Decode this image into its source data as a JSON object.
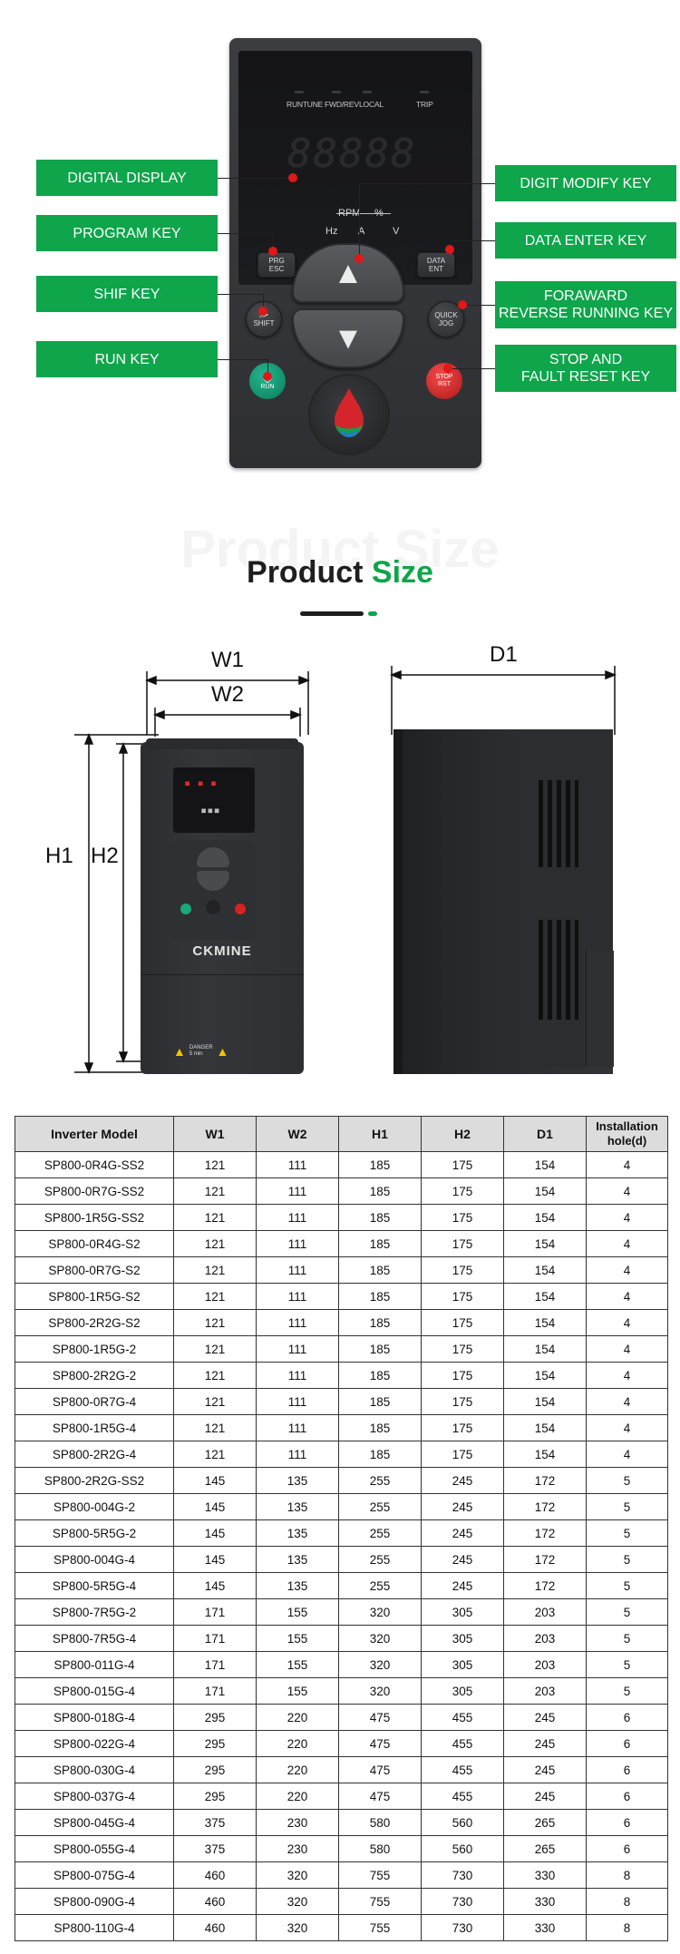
{
  "keypad": {
    "led_labels": [
      "RUNTUNE",
      "FWD/REV",
      "LOCAL",
      "TRIP"
    ],
    "display_digits": "88888",
    "units": {
      "rpm": "RPM",
      "percent": "%",
      "hz": "Hz",
      "a": "A",
      "v": "V"
    },
    "keys": {
      "prg": {
        "line1": "PRG",
        "line2": "ESC"
      },
      "data": {
        "line1": "DATA",
        "line2": "ENT"
      },
      "shift": {
        "line1": "≫",
        "line2": "SHIFT"
      },
      "quick": {
        "line1": "QUICK",
        "line2": "JOG"
      },
      "run": {
        "symbol": "◇",
        "label": "RUN"
      },
      "stop": {
        "line1": "STOP",
        "line2": "RST"
      }
    },
    "callouts": {
      "digital_display": "DIGITAL DISPLAY",
      "program_key": "PROGRAM KEY",
      "shif_key": "SHIF KEY",
      "run_key": "RUN KEY",
      "digit_modify_key": "DIGIT MODIFY KEY",
      "data_enter_key": "DATA ENTER KEY",
      "forward_reverse_line1": "FORAWARD",
      "forward_reverse_line2": "REVERSE RUNNING KEY",
      "stop_fault_line1": "STOP AND",
      "stop_fault_line2": "FAULT RESET KEY"
    },
    "colors": {
      "callout": "#0ea54b",
      "marker": "#e01818"
    }
  },
  "size_section": {
    "ghost_title": "Product Size",
    "title_part1": "Product",
    "title_part2": "Size",
    "colors": {
      "dark": "#1e1e1e",
      "green": "#0ea54b"
    }
  },
  "drawing": {
    "w1": "W1",
    "w2": "W2",
    "h1": "H1",
    "h2": "H2",
    "d1": "D1",
    "brand": "CKMINE",
    "warning_line1": "DANGER",
    "warning_line2": "5 min"
  },
  "table": {
    "headers": [
      "Inverter Model",
      "W1",
      "W2",
      "H1",
      "H2",
      "D1",
      "Installation\nhole(d)"
    ],
    "rows": [
      [
        "SP800-0R4G-SS2",
        "121",
        "111",
        "185",
        "175",
        "154",
        "4"
      ],
      [
        "SP800-0R7G-SS2",
        "121",
        "111",
        "185",
        "175",
        "154",
        "4"
      ],
      [
        "SP800-1R5G-SS2",
        "121",
        "111",
        "185",
        "175",
        "154",
        "4"
      ],
      [
        "SP800-0R4G-S2",
        "121",
        "111",
        "185",
        "175",
        "154",
        "4"
      ],
      [
        "SP800-0R7G-S2",
        "121",
        "111",
        "185",
        "175",
        "154",
        "4"
      ],
      [
        "SP800-1R5G-S2",
        "121",
        "111",
        "185",
        "175",
        "154",
        "4"
      ],
      [
        "SP800-2R2G-S2",
        "121",
        "111",
        "185",
        "175",
        "154",
        "4"
      ],
      [
        "SP800-1R5G-2",
        "121",
        "111",
        "185",
        "175",
        "154",
        "4"
      ],
      [
        "SP800-2R2G-2",
        "121",
        "111",
        "185",
        "175",
        "154",
        "4"
      ],
      [
        "SP800-0R7G-4",
        "121",
        "111",
        "185",
        "175",
        "154",
        "4"
      ],
      [
        "SP800-1R5G-4",
        "121",
        "111",
        "185",
        "175",
        "154",
        "4"
      ],
      [
        "SP800-2R2G-4",
        "121",
        "111",
        "185",
        "175",
        "154",
        "4"
      ],
      [
        "SP800-2R2G-SS2",
        "145",
        "135",
        "255",
        "245",
        "172",
        "5"
      ],
      [
        "SP800-004G-2",
        "145",
        "135",
        "255",
        "245",
        "172",
        "5"
      ],
      [
        "SP800-5R5G-2",
        "145",
        "135",
        "255",
        "245",
        "172",
        "5"
      ],
      [
        "SP800-004G-4",
        "145",
        "135",
        "255",
        "245",
        "172",
        "5"
      ],
      [
        "SP800-5R5G-4",
        "145",
        "135",
        "255",
        "245",
        "172",
        "5"
      ],
      [
        "SP800-7R5G-2",
        "171",
        "155",
        "320",
        "305",
        "203",
        "5"
      ],
      [
        "SP800-7R5G-4",
        "171",
        "155",
        "320",
        "305",
        "203",
        "5"
      ],
      [
        "SP800-011G-4",
        "171",
        "155",
        "320",
        "305",
        "203",
        "5"
      ],
      [
        "SP800-015G-4",
        "171",
        "155",
        "320",
        "305",
        "203",
        "5"
      ],
      [
        "SP800-018G-4",
        "295",
        "220",
        "475",
        "455",
        "245",
        "6"
      ],
      [
        "SP800-022G-4",
        "295",
        "220",
        "475",
        "455",
        "245",
        "6"
      ],
      [
        "SP800-030G-4",
        "295",
        "220",
        "475",
        "455",
        "245",
        "6"
      ],
      [
        "SP800-037G-4",
        "295",
        "220",
        "475",
        "455",
        "245",
        "6"
      ],
      [
        "SP800-045G-4",
        "375",
        "230",
        "580",
        "560",
        "265",
        "6"
      ],
      [
        "SP800-055G-4",
        "375",
        "230",
        "580",
        "560",
        "265",
        "6"
      ],
      [
        "SP800-075G-4",
        "460",
        "320",
        "755",
        "730",
        "330",
        "8"
      ],
      [
        "SP800-090G-4",
        "460",
        "320",
        "755",
        "730",
        "330",
        "8"
      ],
      [
        "SP800-110G-4",
        "460",
        "320",
        "755",
        "730",
        "330",
        "8"
      ]
    ]
  }
}
